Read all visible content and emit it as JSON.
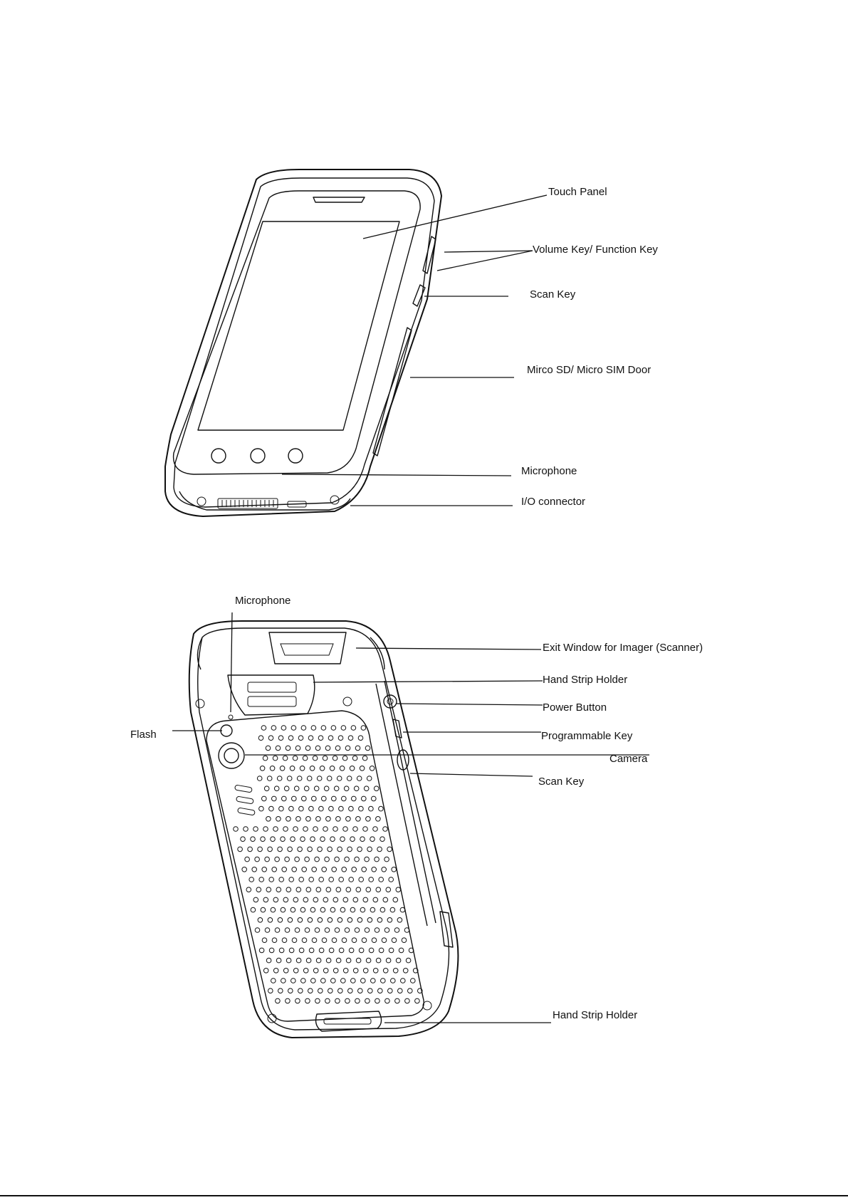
{
  "front_view": {
    "labels": {
      "touch_panel": "Touch Panel",
      "volume_function_key": "Volume Key/ Function Key",
      "scan_key": "Scan Key",
      "sd_sim_door": "Mirco SD/ Micro SIM Door",
      "microphone": "Microphone",
      "io_connector": "I/O connector"
    },
    "nav_buttons": 3
  },
  "back_view": {
    "labels": {
      "microphone": "Microphone",
      "exit_window": "Exit Window for Imager (Scanner)",
      "hand_strip_holder_top": "Hand Strip Holder",
      "power_button": "Power Button",
      "flash": "Flash",
      "programmable_key": "Programmable Key",
      "camera": "Camera",
      "scan_key": "Scan Key",
      "hand_strip_holder_bottom": "Hand Strip Holder"
    }
  }
}
